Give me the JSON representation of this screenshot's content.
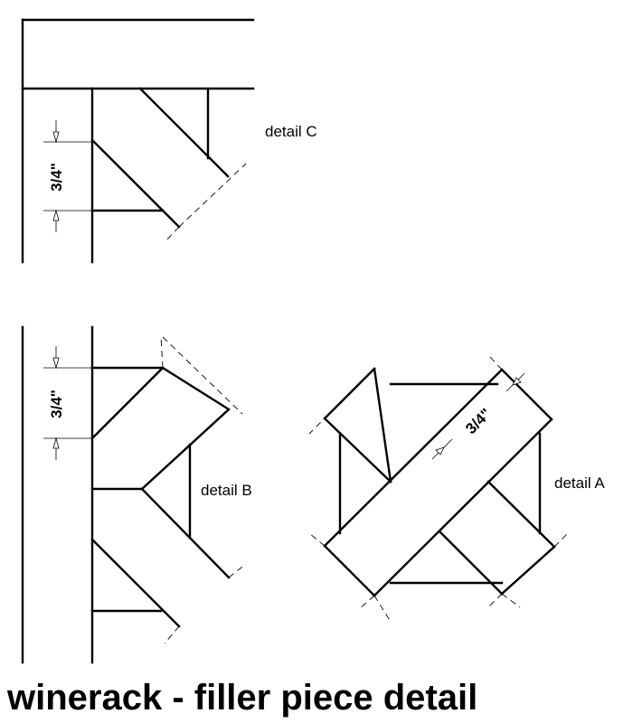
{
  "title": "winerack - filler piece detail",
  "details": {
    "a": {
      "label": "detail A",
      "dimension": "3/4\""
    },
    "b": {
      "label": "detail B",
      "dimension": "3/4\""
    },
    "c": {
      "label": "detail C",
      "dimension": "3/4\""
    }
  }
}
